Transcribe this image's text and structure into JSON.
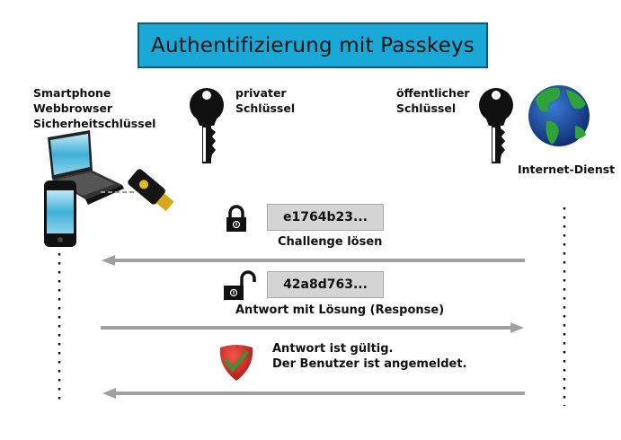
{
  "title": "Authentifizierung mit Passkeys",
  "client": {
    "labels": [
      "Smartphone",
      "Webbrowser",
      "Sicherheitschlüssel"
    ],
    "icons": [
      "laptop-icon",
      "smartphone-icon",
      "security-key-icon"
    ]
  },
  "private_key": {
    "line1": "privater",
    "line2": "Schlüssel",
    "icon": "key-icon"
  },
  "public_key": {
    "line1": "öffentlicher",
    "line2": "Schlüssel",
    "icon": "key-icon"
  },
  "service": {
    "label": "Internet-Dienst",
    "icon": "globe-icon"
  },
  "steps": [
    {
      "hash": "e1764b23...",
      "caption": "Challenge lösen",
      "lock": "locked-padlock-icon",
      "direction": "left"
    },
    {
      "hash": "42a8d763...",
      "caption": "Antwort mit Lösung (Response)",
      "lock": "unlocked-padlock-icon",
      "direction": "right"
    },
    {
      "line1": "Antwort ist gültig.",
      "line2": "Der Benutzer ist angemeldet.",
      "icon": "shield-check-icon",
      "direction": "left"
    }
  ],
  "colors": {
    "title_bg": "#1aa9d6",
    "arrow": "#a0a0a0",
    "hash_bg": "#d4d4d4",
    "shield": "#d9261c",
    "check": "#2e9a3a"
  }
}
